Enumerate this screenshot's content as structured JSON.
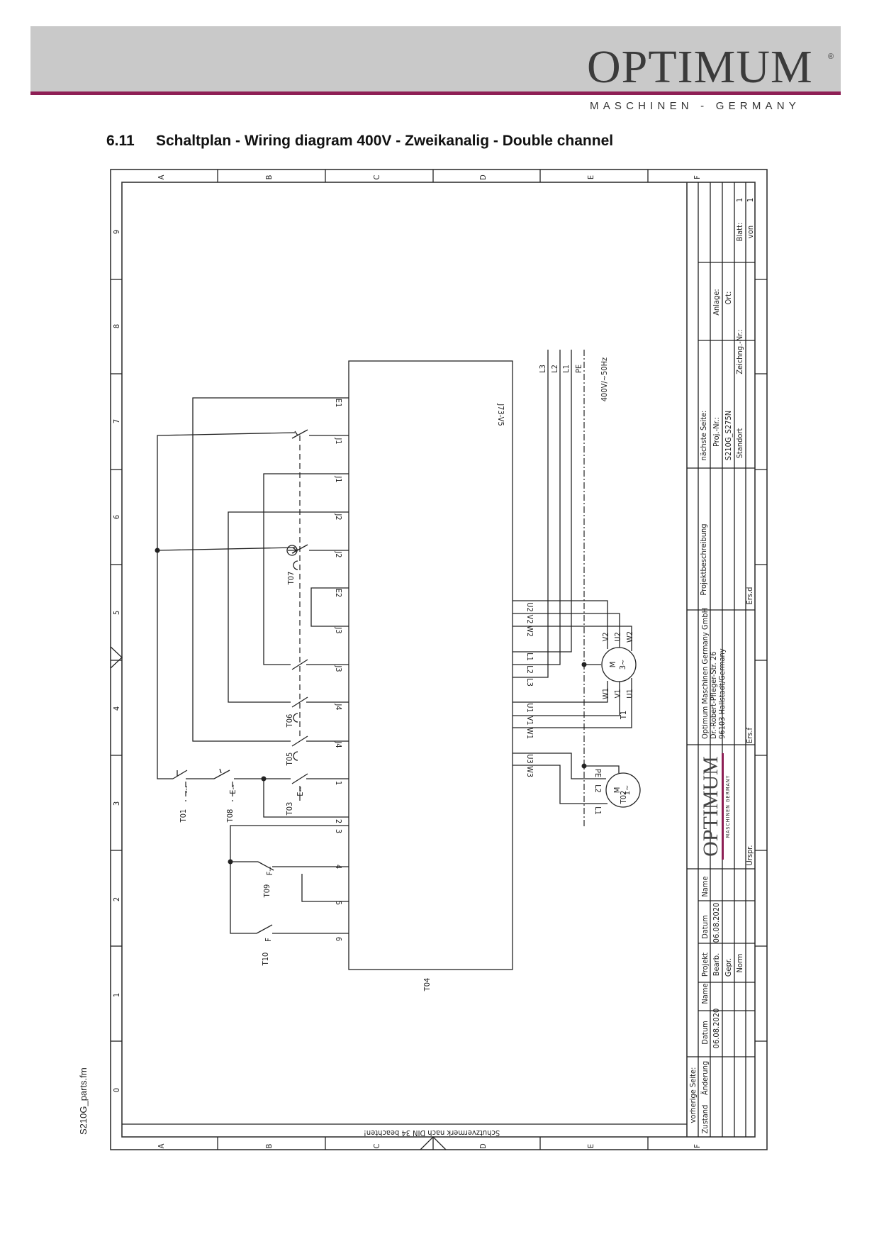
{
  "header": {
    "logo": "OPTIMUM",
    "logo_reg": "®",
    "logo_sub": "MASCHINEN - GERMANY",
    "accent_color": "#8e1f55"
  },
  "title": {
    "number": "6.11",
    "text": "Schaltplan - Wiring diagram 400V - Zweikanalig - Double channel"
  },
  "side_label": "S210G_parts.fm",
  "frame": {
    "columns": [
      "A",
      "B",
      "C",
      "D",
      "E",
      "F"
    ],
    "rows": [
      "9",
      "8",
      "7",
      "6",
      "5",
      "4",
      "3",
      "2",
      "1",
      "0"
    ],
    "protection_note": "Schutzvermerk nach DIN 34 beachten!"
  },
  "diagram": {
    "controller": {
      "name": "J73-V5",
      "ref": "T04",
      "left_terminals": [
        "E1",
        "J1",
        "J1",
        "J2",
        "J2",
        "E2",
        "J3",
        "J3",
        "J4",
        "J4",
        "1",
        "2",
        "3",
        "4",
        "5",
        "6"
      ],
      "right_terminals": [
        "U2",
        "V2",
        "W2",
        "L1",
        "L2",
        "L3",
        "U1",
        "V1",
        "W1",
        "U3",
        "W3"
      ]
    },
    "supply": {
      "lines": [
        "L3",
        "L2",
        "L1",
        "PE"
      ],
      "voltage": "400V/~50Hz"
    },
    "devices": [
      "T01",
      "T08",
      "T03",
      "T05",
      "T06",
      "T07",
      "T09",
      "T10",
      "T1",
      "T02"
    ],
    "device_marks": {
      "T01": "---",
      "T08": "E--",
      "T03": "E--",
      "T09": "F--",
      "T10": "F"
    },
    "motor1": {
      "symbol": "M",
      "phase": "3~",
      "terminals": [
        "V2",
        "U2",
        "W2",
        "W1",
        "V1",
        "U1"
      ]
    },
    "motor2": {
      "symbol": "M",
      "phase": "1~",
      "terminals": [
        "PE",
        "L2",
        "L1"
      ]
    }
  },
  "title_block": {
    "prev_page": "vorherige Seite:",
    "zustand": "Zustand",
    "aenderung": "Änderung",
    "datum_1": "Datum",
    "name_1": "Name",
    "date_1": "06.08.2020",
    "projekt": "Projekt",
    "bearb": "Bearb.",
    "gepr": "Gepr.",
    "norm": "Norm",
    "datum_2": "Datum",
    "date_2": "06.08.2020",
    "name_2": "Name",
    "logo": "OPTIMUM",
    "logo_sub": "MASCHINEN  GERMANY",
    "urspr": "Urspr.",
    "company": [
      "Optimum Maschinen Germany GmbH",
      "Dr.-Robert-Pfleger-Str. 26",
      "96103 Hallstadt/Germany"
    ],
    "ers_f": "Ers.f",
    "ers_d": "Ers.d",
    "project_desc": "Projektbeschreibung",
    "next_page": "nächste Seite:",
    "proj_nr": "Proj.-Nr.:",
    "proj_nr_value": "S210G_S275N",
    "standort": "Standort",
    "zeichng": "Zeichng.-Nr.:",
    "anlage": "Anlage:",
    "ort": "Ort:",
    "blatt": "Blatt:",
    "blatt_value": "1",
    "von": "von",
    "von_value": "1"
  }
}
